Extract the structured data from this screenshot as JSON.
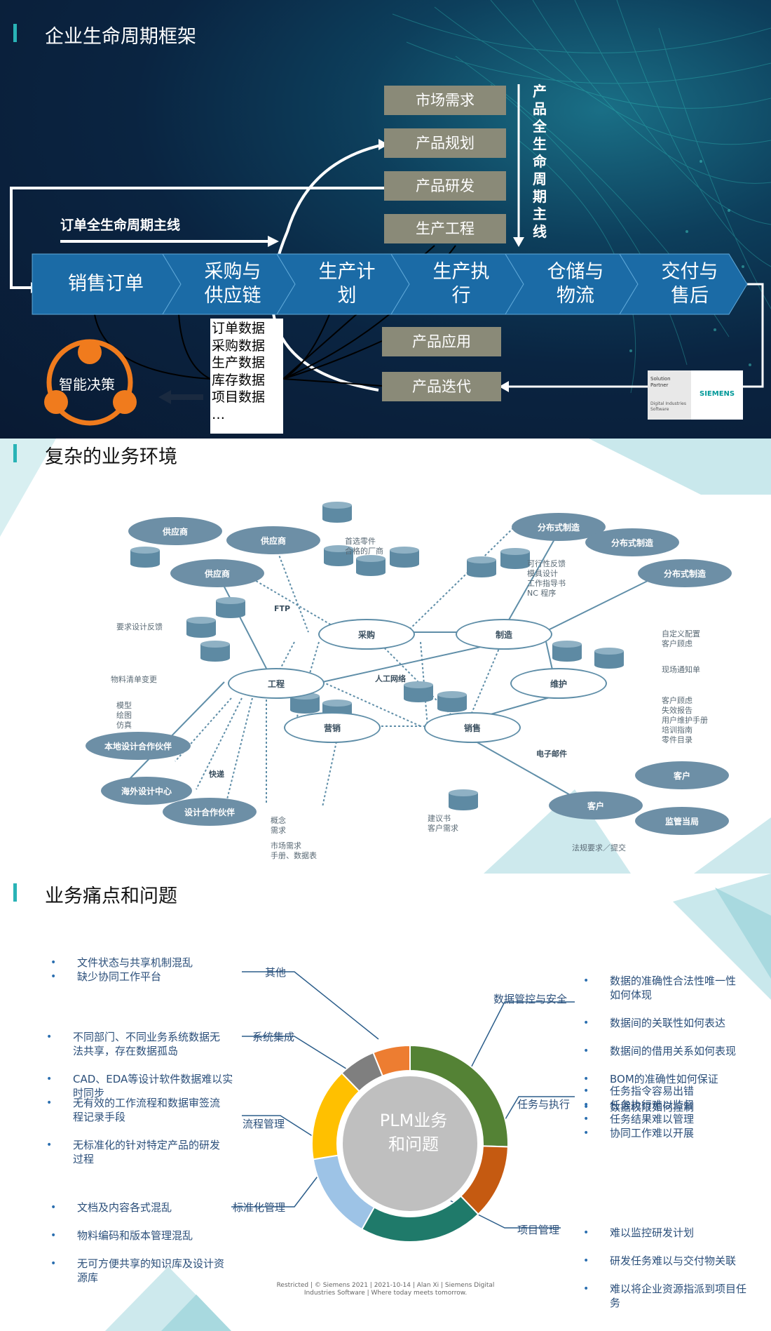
{
  "section1": {
    "title": "企业生命周期框架",
    "stages": [
      "市场需求",
      "产品规划",
      "产品研发",
      "生产工程"
    ],
    "vertical_label": "产品全生命周期主线",
    "order_label": "订单全生命周期主线",
    "chevrons": [
      "销售订单",
      "采购与\n供应链",
      "生产计\n划",
      "生产执\n行",
      "仓储与\n物流",
      "交付与\n售后"
    ],
    "data_items": [
      "订单数据",
      "采购数据",
      "生产数据",
      "库存数据",
      "项目数据",
      "…"
    ],
    "product_app": "产品应用",
    "product_iter": "产品迭代",
    "smart": "智能决策",
    "badge": {
      "line1": "Solution",
      "line2": "Partner",
      "line3": "Digital Industries",
      "line4": "Software",
      "brand": "SIEMENS"
    }
  },
  "section2": {
    "title": "复杂的业务环境",
    "nodes": {
      "purchase": "采购",
      "manufacture": "制造",
      "engineering": "工程",
      "maintenance": "维护",
      "marketing": "营销",
      "sales": "销售"
    },
    "filled": {
      "supplier1": "供应商",
      "supplier2": "供应商",
      "supplier3": "供应商",
      "dist1": "分布式制造",
      "dist2": "分布式制造",
      "dist3": "分布式制造",
      "local": "本地设计合作伙伴",
      "overseas": "海外设计中心",
      "design": "设计合作伙伴",
      "customer1": "客户",
      "customer2": "客户",
      "regulator": "监管当局"
    },
    "labels": {
      "preferred": "首选零件\n合格的厂商",
      "ftp": "FTP",
      "reliability": "可行性反馈\n模具设计\n工作指导书\nNC  程序",
      "req_feedback": "要求设计反馈",
      "custom": "自定义配置\n客户顾虑",
      "field": "现场通知单",
      "bom": "物料清单变更",
      "models": "模型\n绘图\n仿真",
      "network": "人工网络",
      "customer_info": "客户顾虑\n失效报告\n用户维护手册\n培训指南\n零件目录",
      "email": "电子邮件",
      "express": "快递",
      "concept": "概念\n需求",
      "market": "市场需求\n手册、数据表",
      "proposal": "建议书\n客户需求",
      "regulation": "法规要求／提交"
    }
  },
  "section3": {
    "title": "业务痛点和问题",
    "center": "PLM业务\n和问题",
    "left_groups": [
      {
        "category": "其他",
        "items": [
          "文件状态与共享机制混乱",
          "缺少协同工作平台"
        ]
      },
      {
        "category": "系统集成",
        "items": [
          "不同部门、不同业务系统数据无\n法共享，存在数据孤岛",
          "CAD、EDA等设计软件数据难以实\n时同步"
        ]
      },
      {
        "category": "流程管理",
        "items": [
          "无有效的工作流程和数据审签流\n程记录手段",
          "无标准化的针对特定产品的研发\n过程"
        ]
      },
      {
        "category": "标准化管理",
        "items": [
          "文档及内容各式混乱",
          "物料编码和版本管理混乱",
          "无可方便共享的知识库及设计资\n源库"
        ]
      }
    ],
    "right_groups": [
      {
        "category": "数据管控与安全",
        "items": [
          "数据的准确性合法性唯一性\n如何体现",
          "数据间的关联性如何表达",
          "数据间的借用关系如何表现",
          "BOM的准确性如何保证",
          "数据权限如何控制"
        ]
      },
      {
        "category": "任务与执行",
        "items": [
          "任务指令容易出错",
          "任务执行难以监督",
          "任务结果难以管理",
          "协同工作难以开展"
        ]
      },
      {
        "category": "项目管理",
        "items": [
          "难以监控研发计划",
          "研发任务难以与交付物关联",
          "难以将企业资源指派到项目任\n务"
        ]
      }
    ],
    "donut": [
      {
        "name": "数据管控与安全",
        "value": 25,
        "color": "#548235"
      },
      {
        "name": "任务与执行",
        "value": 12,
        "color": "#c55a11"
      },
      {
        "name": "项目管理",
        "value": 20,
        "color": "#1f7a6a"
      },
      {
        "name": "标准化管理",
        "value": 14,
        "color": "#9dc3e6"
      },
      {
        "name": "流程管理",
        "value": 15,
        "color": "#ffc000"
      },
      {
        "name": "系统集成",
        "value": 6,
        "color": "#7f7f7f"
      },
      {
        "name": "其他",
        "value": 6,
        "color": "#ed7d31"
      }
    ],
    "footer": "Restricted | © Siemens 2021 | 2021-10-14 | Alan Xi | Siemens Digital\nIndustries Software | Where today meets tomorrow."
  }
}
